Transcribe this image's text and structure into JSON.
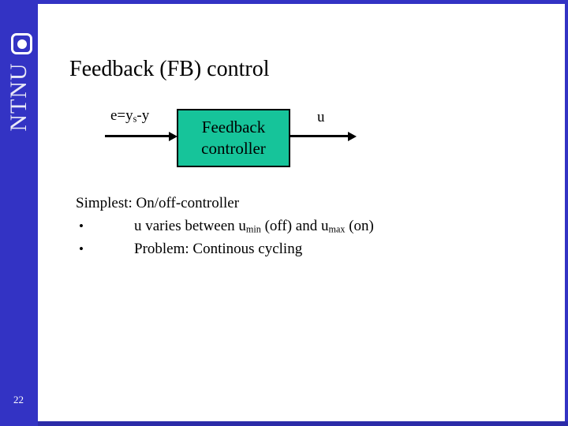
{
  "slide": {
    "title": "Feedback (FB) control",
    "page_number": "22",
    "accent_blue": "#3333c4",
    "box_green": "#16c49a"
  },
  "sidebar": {
    "wordmark": "NTNU",
    "logo_icon": "ntnu-logo-icon"
  },
  "diagram": {
    "input_label_prefix": "e=y",
    "input_label_sub": "s",
    "input_label_suffix": "-y",
    "box_line1": "Feedback",
    "box_line2": "controller",
    "output_label": "u",
    "arrow_in_icon": "arrow-right-icon",
    "arrow_out_icon": "arrow-right-icon"
  },
  "body": {
    "lead": "Simplest: On/off-controller",
    "bullets": [
      {
        "marker": "•",
        "t1": "u varies between u",
        "sub1": "min",
        "t2": " (off) and u",
        "sub2": "max",
        "t3": " (on)"
      },
      {
        "marker": "•",
        "t1": "Problem: Continous cycling",
        "sub1": "",
        "t2": "",
        "sub2": "",
        "t3": ""
      }
    ]
  }
}
